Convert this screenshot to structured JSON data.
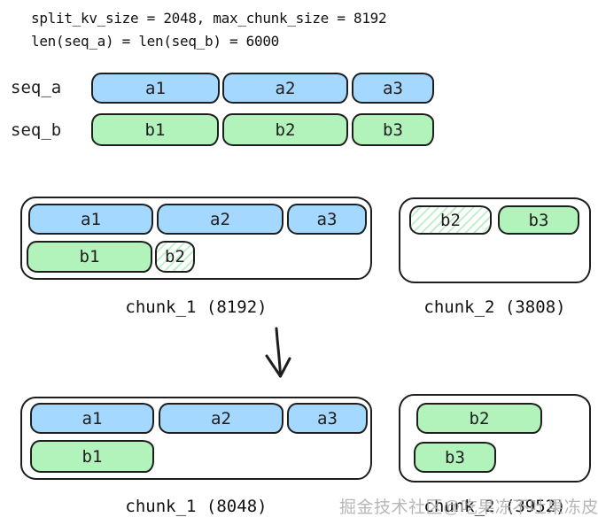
{
  "colors": {
    "blue_fill": "#a5d8ff",
    "green_fill": "#b2f2bb",
    "stroke": "#1e1e1e",
    "watermark": "#b0b0b0"
  },
  "header": {
    "line1": "split_kv_size = 2048, max_chunk_size = 8192",
    "line2": "len(seq_a) = len(seq_b) = 6000"
  },
  "seq_a": {
    "label": "seq_a",
    "segments": [
      "a1",
      "a2",
      "a3"
    ]
  },
  "seq_b": {
    "label": "seq_b",
    "segments": [
      "b1",
      "b2",
      "b3"
    ]
  },
  "before": {
    "chunk1": {
      "caption": "chunk_1 (8192)",
      "a_segments": [
        "a1",
        "a2",
        "a3"
      ],
      "b_segments": [
        "b1",
        "b2"
      ]
    },
    "chunk2": {
      "caption": "chunk_2 (3808)",
      "segments": [
        "b2",
        "b3"
      ]
    }
  },
  "after": {
    "chunk1": {
      "caption": "chunk_1 (8048)",
      "a_segments": [
        "a1",
        "a2",
        "a3"
      ],
      "b_segments": [
        "b1"
      ]
    },
    "chunk2": {
      "caption": "chunk_2 (3952)",
      "segments": [
        "b2",
        "b3"
      ]
    }
  },
  "watermark": {
    "text": "掘金技术社区@吃果冻不吐果冻皮"
  }
}
